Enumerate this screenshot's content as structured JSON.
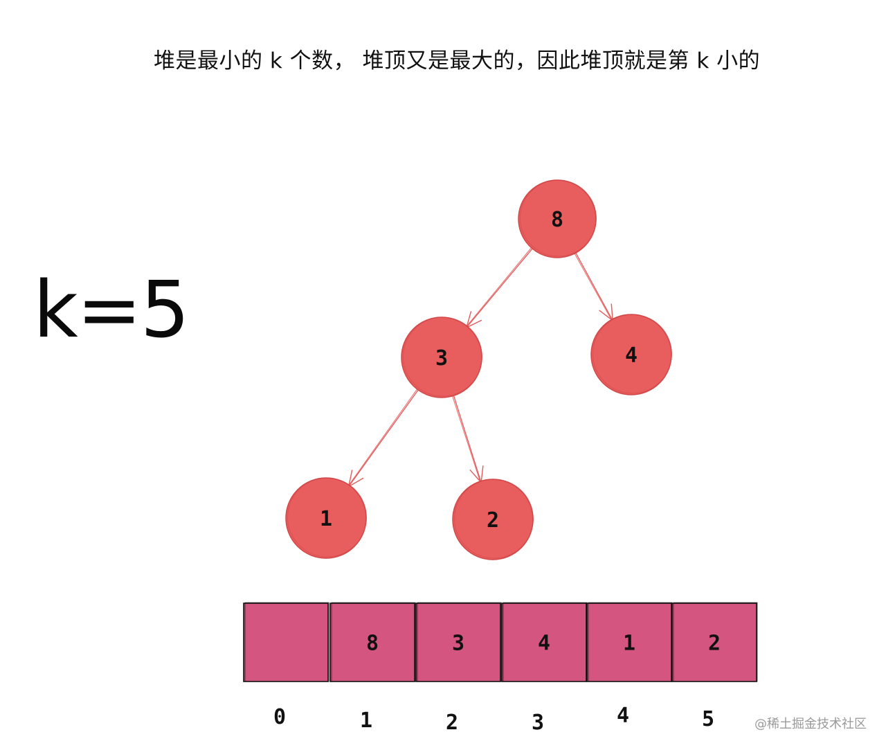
{
  "caption": "堆是最小的 k 个数， 堆顶又是最大的，因此堆顶就是第 k 小的",
  "k_label": "k=5",
  "watermark": "@稀土掘金技术社区",
  "colors": {
    "node_fill": "#e85d5d",
    "node_stroke": "#d24747",
    "edge": "#e45a5a",
    "cell_fill": "#d35580",
    "cell_stroke": "#111111"
  },
  "tree": {
    "nodes": [
      {
        "id": "n0",
        "label": "8"
      },
      {
        "id": "n1",
        "label": "3"
      },
      {
        "id": "n2",
        "label": "4"
      },
      {
        "id": "n3",
        "label": "1"
      },
      {
        "id": "n4",
        "label": "2"
      }
    ],
    "edges": [
      {
        "from": "n0",
        "to": "n1"
      },
      {
        "from": "n0",
        "to": "n2"
      },
      {
        "from": "n1",
        "to": "n3"
      },
      {
        "from": "n1",
        "to": "n4"
      }
    ]
  },
  "array": {
    "cells": [
      "",
      "8",
      "3",
      "4",
      "1",
      "2"
    ],
    "indices": [
      "0",
      "1",
      "2",
      "3",
      "4",
      "5"
    ]
  }
}
